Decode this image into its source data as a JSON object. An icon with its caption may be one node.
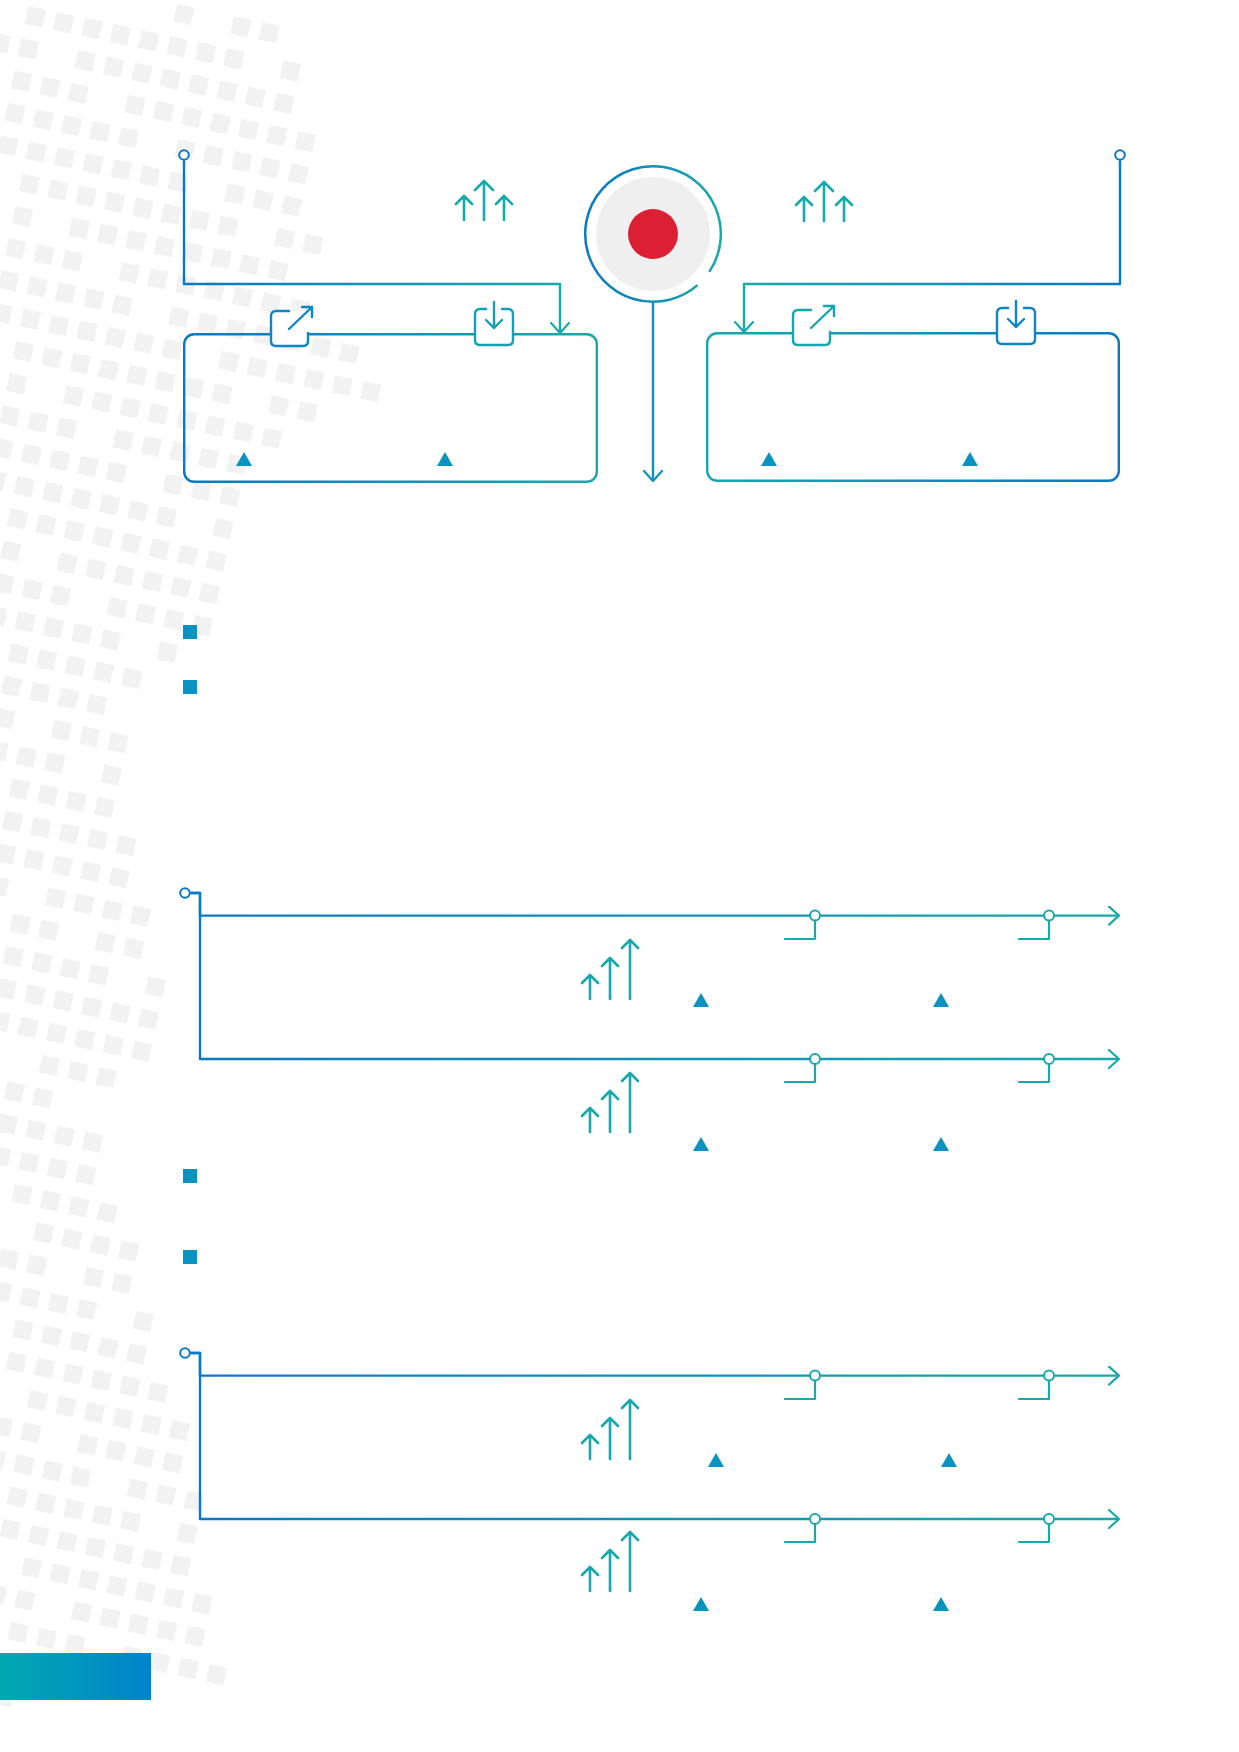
{
  "diagram": {
    "nodes": [
      {
        "text": [],
        "shape": "circle"
      },
      {
        "text": [],
        "shape": "circle"
      },
      {
        "text": [],
        "shape": "circle"
      },
      {
        "text": [],
        "shape": "box"
      },
      {
        "text": [],
        "shape": "box"
      },
      {
        "text": [],
        "shape": "circle"
      },
      {
        "text": [],
        "shape": "circle"
      },
      {
        "text": [],
        "shape": "bar"
      }
    ],
    "edges": [
      {
        "from": 0,
        "to": 3,
        "arrow": "to"
      },
      {
        "from": 1,
        "to": null,
        "arrow": "to"
      },
      {
        "from": 2,
        "to": 4,
        "arrow": "to"
      },
      {
        "from": 5,
        "to": null,
        "arrow": "to"
      },
      {
        "from": 5,
        "to": null,
        "arrow": "to"
      },
      {
        "from": 6,
        "to": null,
        "arrow": "to"
      },
      {
        "from": 6,
        "to": null,
        "arrow": "to"
      }
    ]
  }
}
